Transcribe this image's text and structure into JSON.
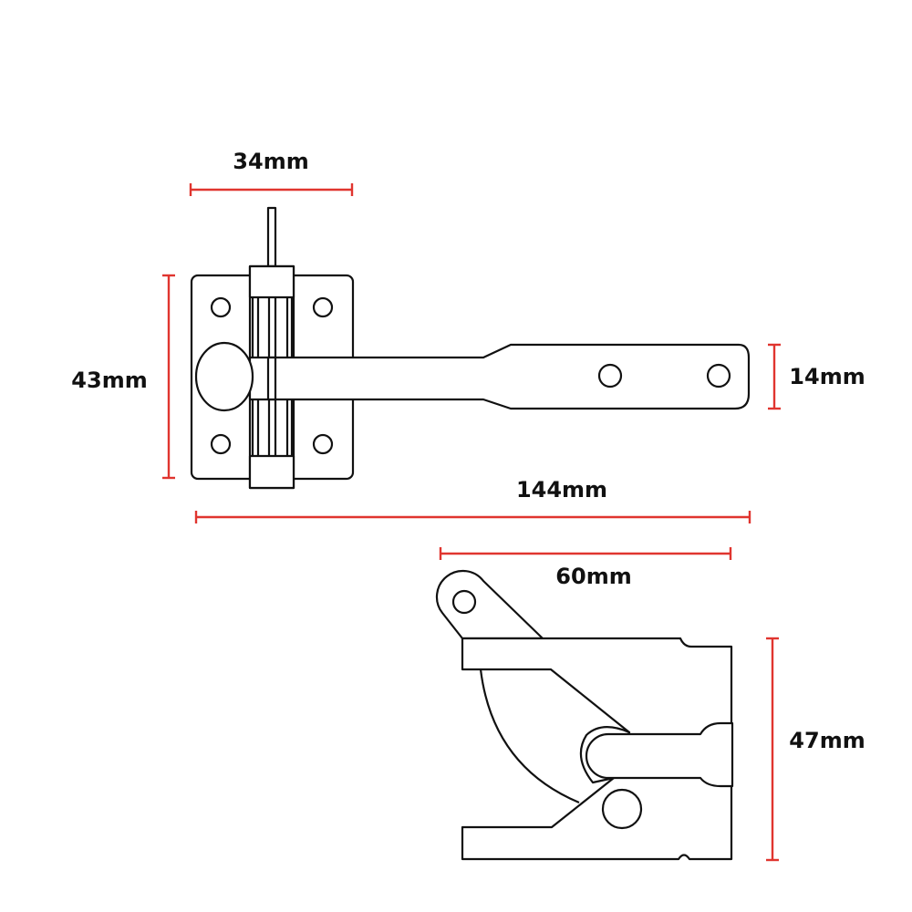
{
  "dimensions": {
    "width_34": "34mm",
    "height_43": "43mm",
    "bar_14": "14mm",
    "length_144": "144mm",
    "catch_60": "60mm",
    "catch_47": "47mm"
  },
  "colors": {
    "dimension_line": "#e0352f",
    "outline": "#111111"
  }
}
